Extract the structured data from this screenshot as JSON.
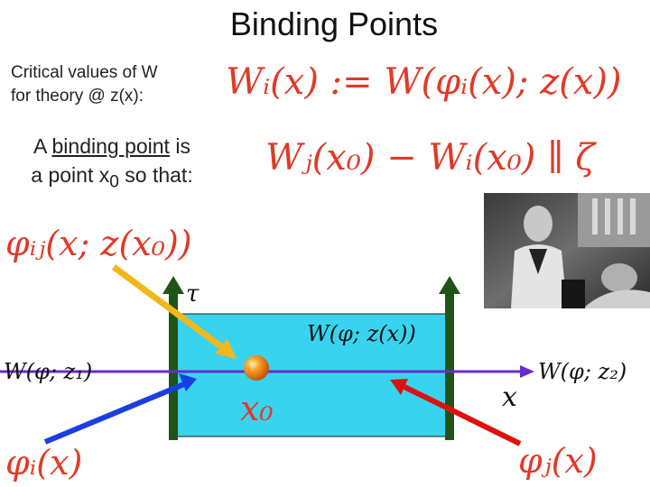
{
  "slide": {
    "title": "Binding Points",
    "critical_note": [
      "Critical values of W",
      "for theory @ z(x):"
    ],
    "binding_note": {
      "line1_pre": "A ",
      "line1_underlined": "binding point",
      "line1_post": " is",
      "line2_pre": "a point x",
      "line2_sub": "0",
      "line2_post": " so that:"
    }
  },
  "formulas": {
    "critical_value": "Wᵢ(x) := W(φᵢ(x); z(x))",
    "binding_condition": "Wⱼ(x₀) − Wᵢ(x₀) ∥ ζ",
    "soliton": "φᵢⱼ(x; z(x₀))"
  },
  "diagram": {
    "tau_label": "τ",
    "strip_label": "W(φ; z(x))",
    "left_label": "W(φ; z₁)",
    "right_label": "W(φ; z₂)",
    "x_label": "x",
    "x0_label": "x₀",
    "phi_i_label": "φᵢ(x)",
    "phi_j_label": "φⱼ(x)"
  },
  "colors": {
    "strip_fill": "#38d4ef",
    "axis_line": "#6a2bd0",
    "pole_green": "#1f5416",
    "arrow_yellow": "#f2b81b",
    "arrow_blue": "#1a3fe0",
    "arrow_red": "#e01010",
    "formula_red": "#e03a26"
  }
}
